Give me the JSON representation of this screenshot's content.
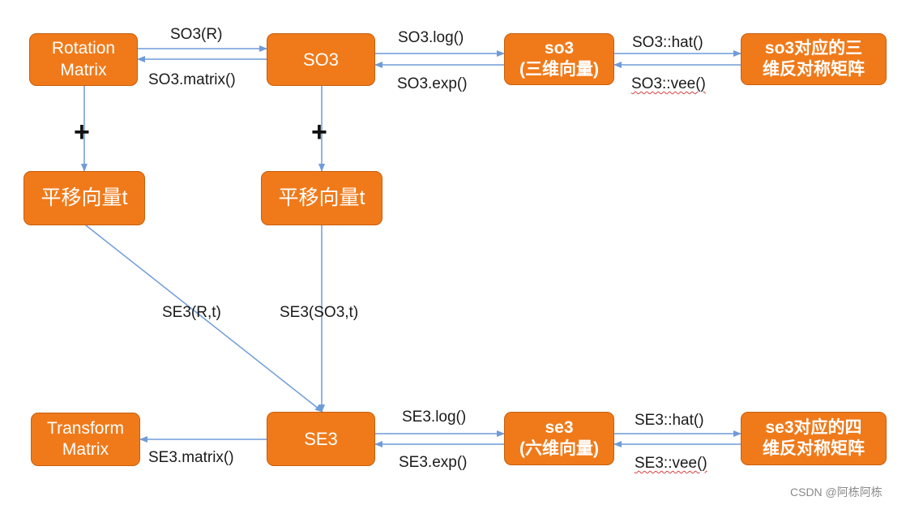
{
  "colors": {
    "node_fill": "#f07a1a",
    "node_border": "#c75e0c",
    "edge": "#6f9bd8",
    "text": "#1a1a1a"
  },
  "nodes": {
    "rotation_matrix": [
      "Rotation",
      "Matrix"
    ],
    "so3_group": "SO3",
    "so3_algebra": [
      "so3",
      "(三维向量)"
    ],
    "so3_skew": [
      "so3对应的三",
      "维反对称矩阵"
    ],
    "translation_1": "平移向量t",
    "translation_2": "平移向量t",
    "transform_matrix": [
      "Transform",
      "Matrix"
    ],
    "se3_group": "SE3",
    "se3_algebra": [
      "se3",
      "(六维向量)"
    ],
    "se3_skew": [
      "se3对应的四",
      "维反对称矩阵"
    ]
  },
  "edges": {
    "so3_ctor": "SO3(R)",
    "so3_matrix": "SO3.matrix()",
    "so3_log": "SO3.log()",
    "so3_exp": "SO3.exp()",
    "so3_hat": "SO3::hat()",
    "so3_vee": "SO3::vee()",
    "plus_1": "+",
    "plus_2": "+",
    "se3_from_rt": "SE3(R,t)",
    "se3_from_so3t": "SE3(SO3,t)",
    "se3_matrix": "SE3.matrix()",
    "se3_log": "SE3.log()",
    "se3_exp": "SE3.exp()",
    "se3_hat": "SE3::hat()",
    "se3_vee": "SE3::vee()"
  },
  "watermark": "CSDN @阿栋阿栋"
}
